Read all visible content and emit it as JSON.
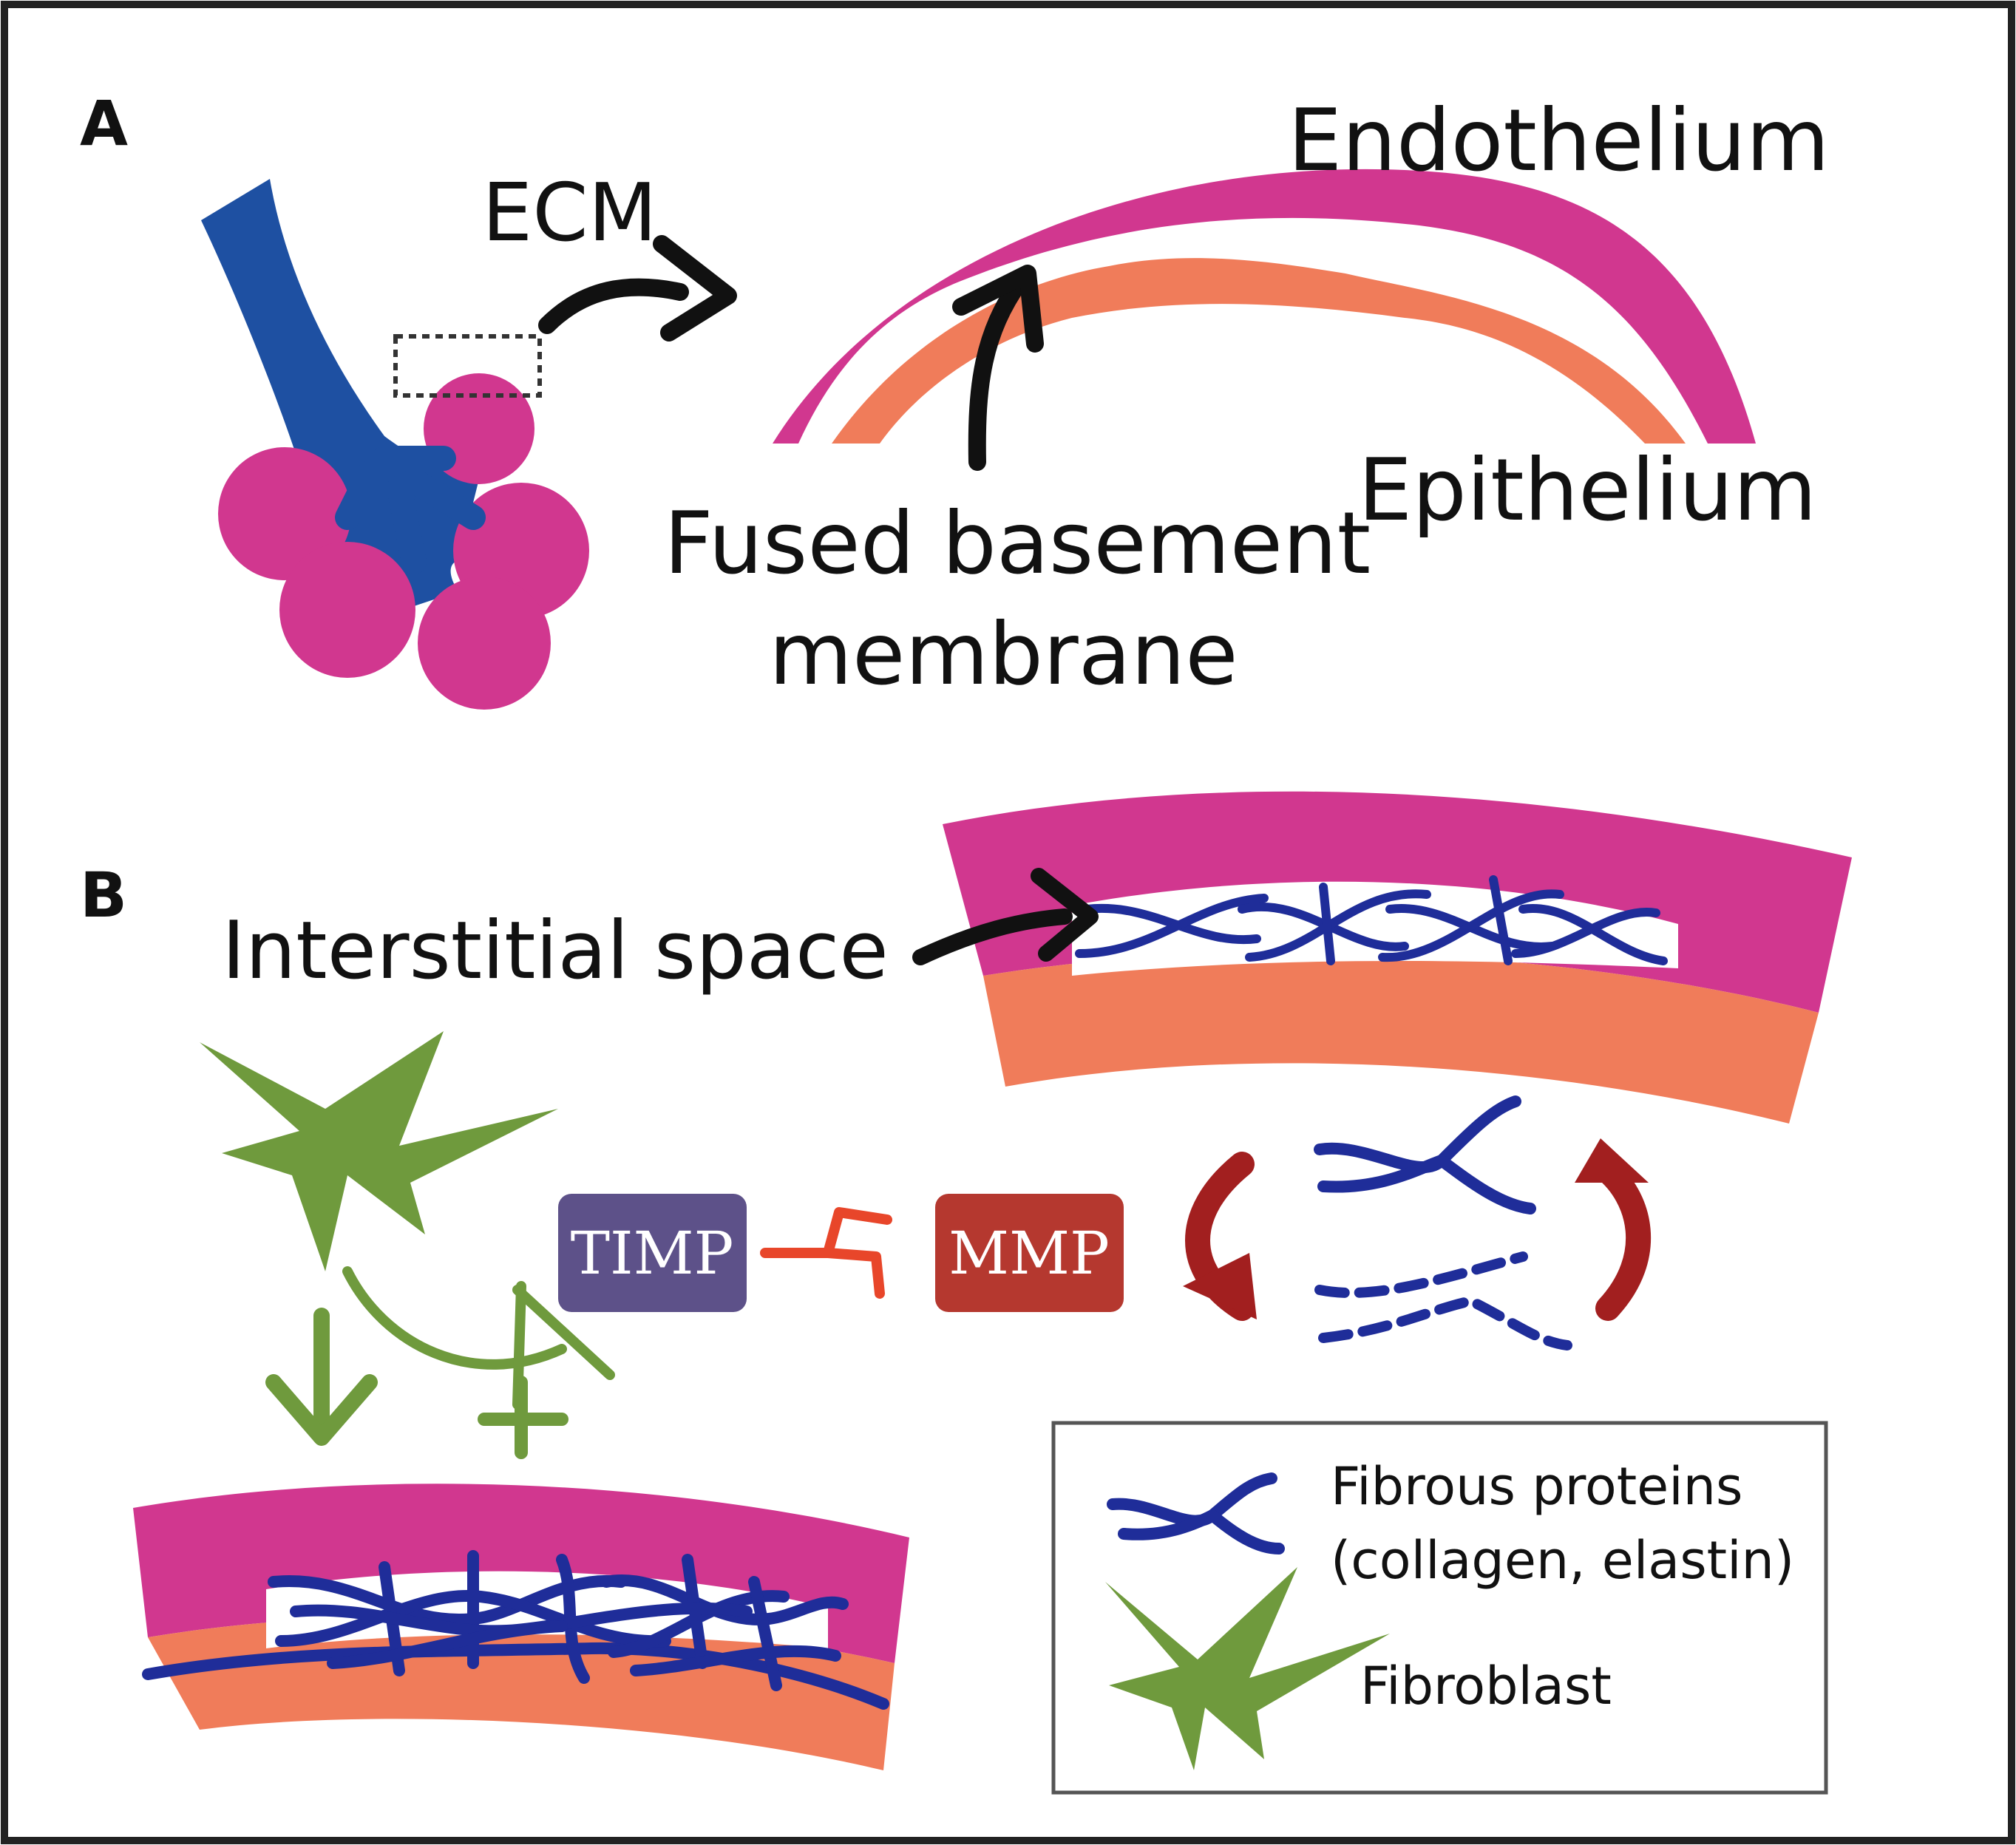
{
  "panels": {
    "a": "A",
    "b": "B"
  },
  "panel_a": {
    "ecm": "ECM",
    "endothelium": "Endothelium",
    "epithelium": "Epithelium",
    "fused_line1": "Fused basement",
    "fused_line2": "membrane"
  },
  "panel_b": {
    "interstitial": "Interstitial space",
    "timp": "TIMP",
    "mmp": "MMP"
  },
  "legend": {
    "fibrous_line1": "Fibrous proteins",
    "fibrous_line2": "(collagen,  elastin)",
    "fibroblast": "Fibroblast"
  },
  "colors": {
    "endothelium": "#d1378f",
    "epithelium": "#f07c5a",
    "airway": "#1e50a2",
    "fiber": "#1f2d99",
    "fibroblast": "#6f9a3d",
    "timp": "#5d5189",
    "mmp": "#b5382f",
    "inhibit": "#e8462a",
    "cycle_arrow": "#a21f1f"
  }
}
